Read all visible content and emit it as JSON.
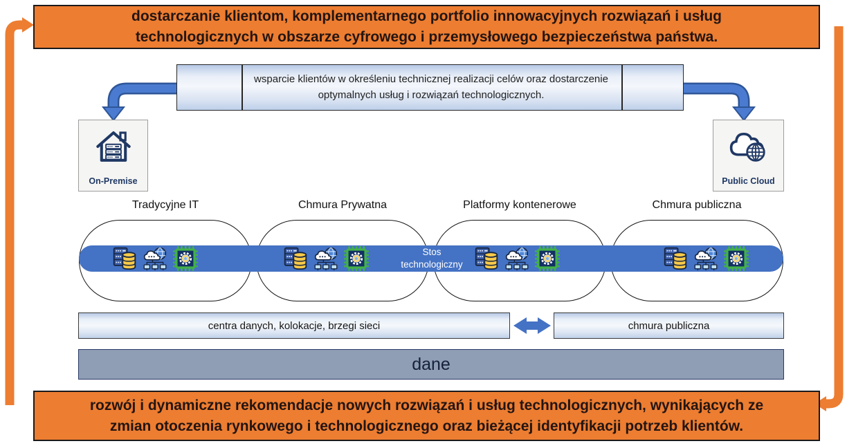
{
  "top_banner": {
    "text": "dostarczanie klientom, komplementarnego portfolio innowacyjnych rozwiązań i usług technologicznych w obszarze cyfrowego i przemysłowego bezpieczeństwa państwa."
  },
  "support_box": {
    "text": "wsparcie klientów w określeniu technicznej realizacji celów oraz dostarczenie optymalnych usług i rozwiązań technologicznych."
  },
  "endpoints": {
    "on_premise": {
      "label": "On-Premise",
      "icon": "house-server-icon"
    },
    "public_cloud": {
      "label": "Public Cloud",
      "icon": "cloud-globe-icon"
    }
  },
  "stacks": {
    "bar_label": "Stos technologiczny",
    "columns": [
      {
        "label": "Tradycyjne IT"
      },
      {
        "label": "Chmura Prywatna"
      },
      {
        "label": "Platformy kontenerowe"
      },
      {
        "label": "Chmura publiczna"
      }
    ],
    "icons": [
      "server-database-icon",
      "cloud-network-icon",
      "cpu-chip-icon"
    ]
  },
  "infrastructure": {
    "left_label": "centra danych, kolokacje, brzegi sieci",
    "right_label": "chmura publiczna"
  },
  "data_layer": {
    "label": "dane"
  },
  "bottom_banner": {
    "text": "rozwój i dynamiczne rekomendacje nowych rozwiązań i usług technologicznych, wynikających ze zmian otoczenia rynkowego i technologicznego oraz bieżącej identyfikacji potrzeb klientów."
  },
  "colors": {
    "accent_orange": "#ED7D31",
    "stack_blue": "#4472C4",
    "arrow_blue": "#4a7bd0",
    "arrow_blue_dark": "#2E5597",
    "data_bar_gray": "#8f9db5",
    "navy": "#1F3864"
  }
}
